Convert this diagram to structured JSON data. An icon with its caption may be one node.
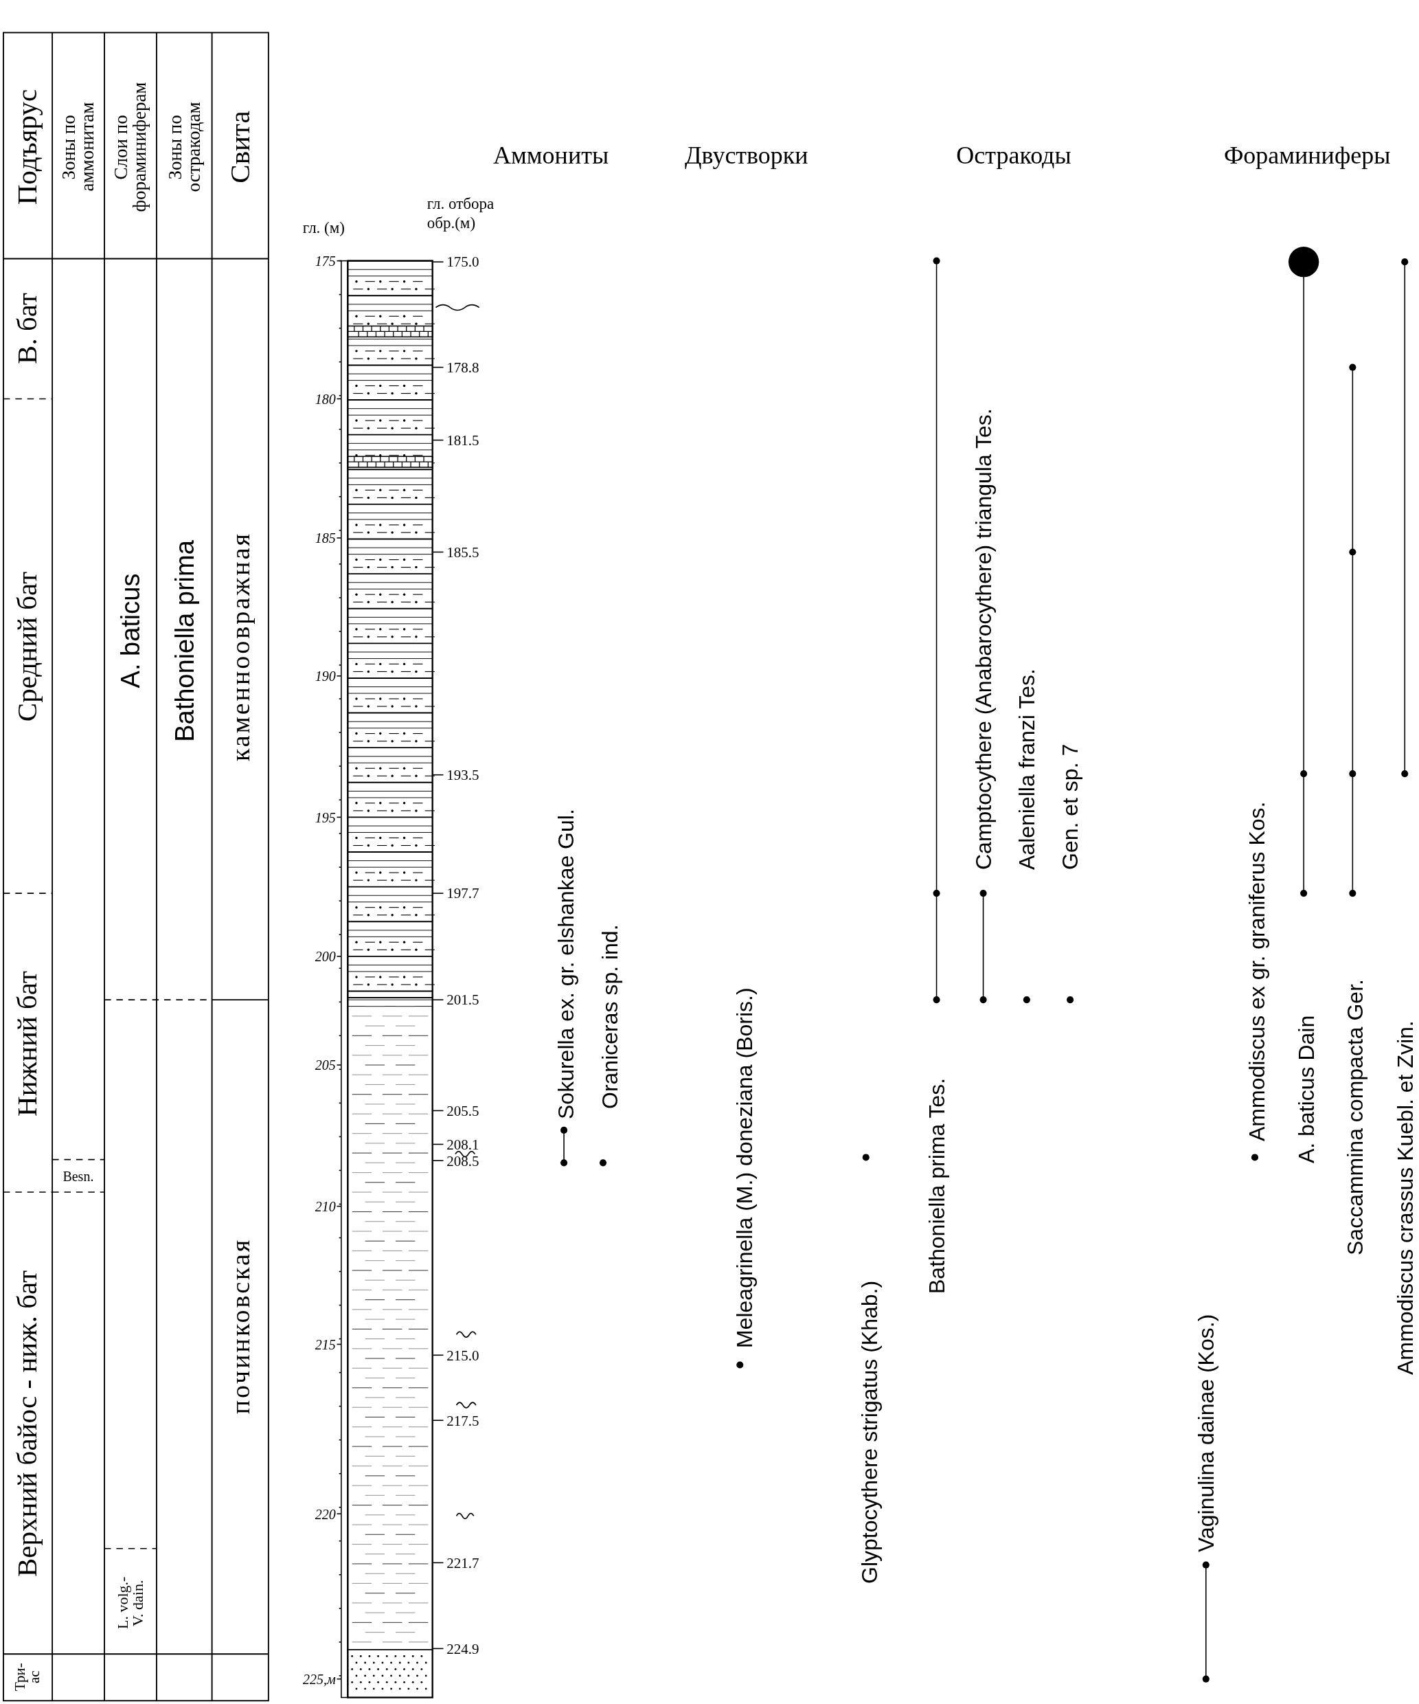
{
  "diagram": {
    "nodes": [
      {
        "text": [
          "Подъярус"
        ]
      },
      {
        "text": [
          "Зоны по аммонитам"
        ]
      },
      {
        "text": [
          "Слои по фораминиферам"
        ]
      },
      {
        "text": [
          "Зоны по остракодам"
        ]
      },
      {
        "text": [
          "Свита"
        ]
      },
      {
        "text": [
          "В. бат"
        ]
      },
      {
        "text": [
          "Средний бат"
        ]
      },
      {
        "text": [
          "Нижний бат"
        ]
      },
      {
        "text": [
          "Верхний байос - ниж. бат"
        ]
      },
      {
        "text": [
          "Три- ас"
        ]
      },
      {
        "text": [
          "Besn."
        ]
      },
      {
        "text": [
          "A. baticus"
        ]
      },
      {
        "text": [
          "L. volg.- V. dain."
        ]
      },
      {
        "text": [
          "Bathoniella prima"
        ]
      },
      {
        "text": [
          "каменноовражная"
        ]
      },
      {
        "text": [
          "починковская"
        ]
      }
    ],
    "labels": [
      "Аммониты",
      "Двустворки",
      "Остракоды",
      "Фораминиферы",
      "гл. (м)",
      "гл. отбора обр.(м)",
      "175",
      "180",
      "185",
      "190",
      "195",
      "200",
      "205",
      "210",
      "215",
      "220",
      "225,м",
      "175.0",
      "178.8",
      "181.5",
      "185.5",
      "193.5",
      "197.7",
      "201.5",
      "205.5",
      "208.1",
      "208.5",
      "215.0",
      "217.5",
      "221.7",
      "224.9",
      "Sokurella ex. gr. elshankae Gul.",
      "Oraniceras sp. ind.",
      "Meleagrinella (M.) doneziana (Boris.)",
      "Glyptocythere strigatus (Khab.)",
      "Bathoniella prima Tes.",
      "Camptocythere (Anabarocythere) triangula Tes.",
      "Aaleniella franzi Tes.",
      "Gen. et sp. 7",
      "Vaginulina dainae (Kos.)",
      "Ammodiscus ex gr. graniferus Kos.",
      "A. baticus Dain",
      "Saccammina compacta Ger.",
      "Ammodiscus crassus Kuebl. et Zvin."
    ]
  }
}
